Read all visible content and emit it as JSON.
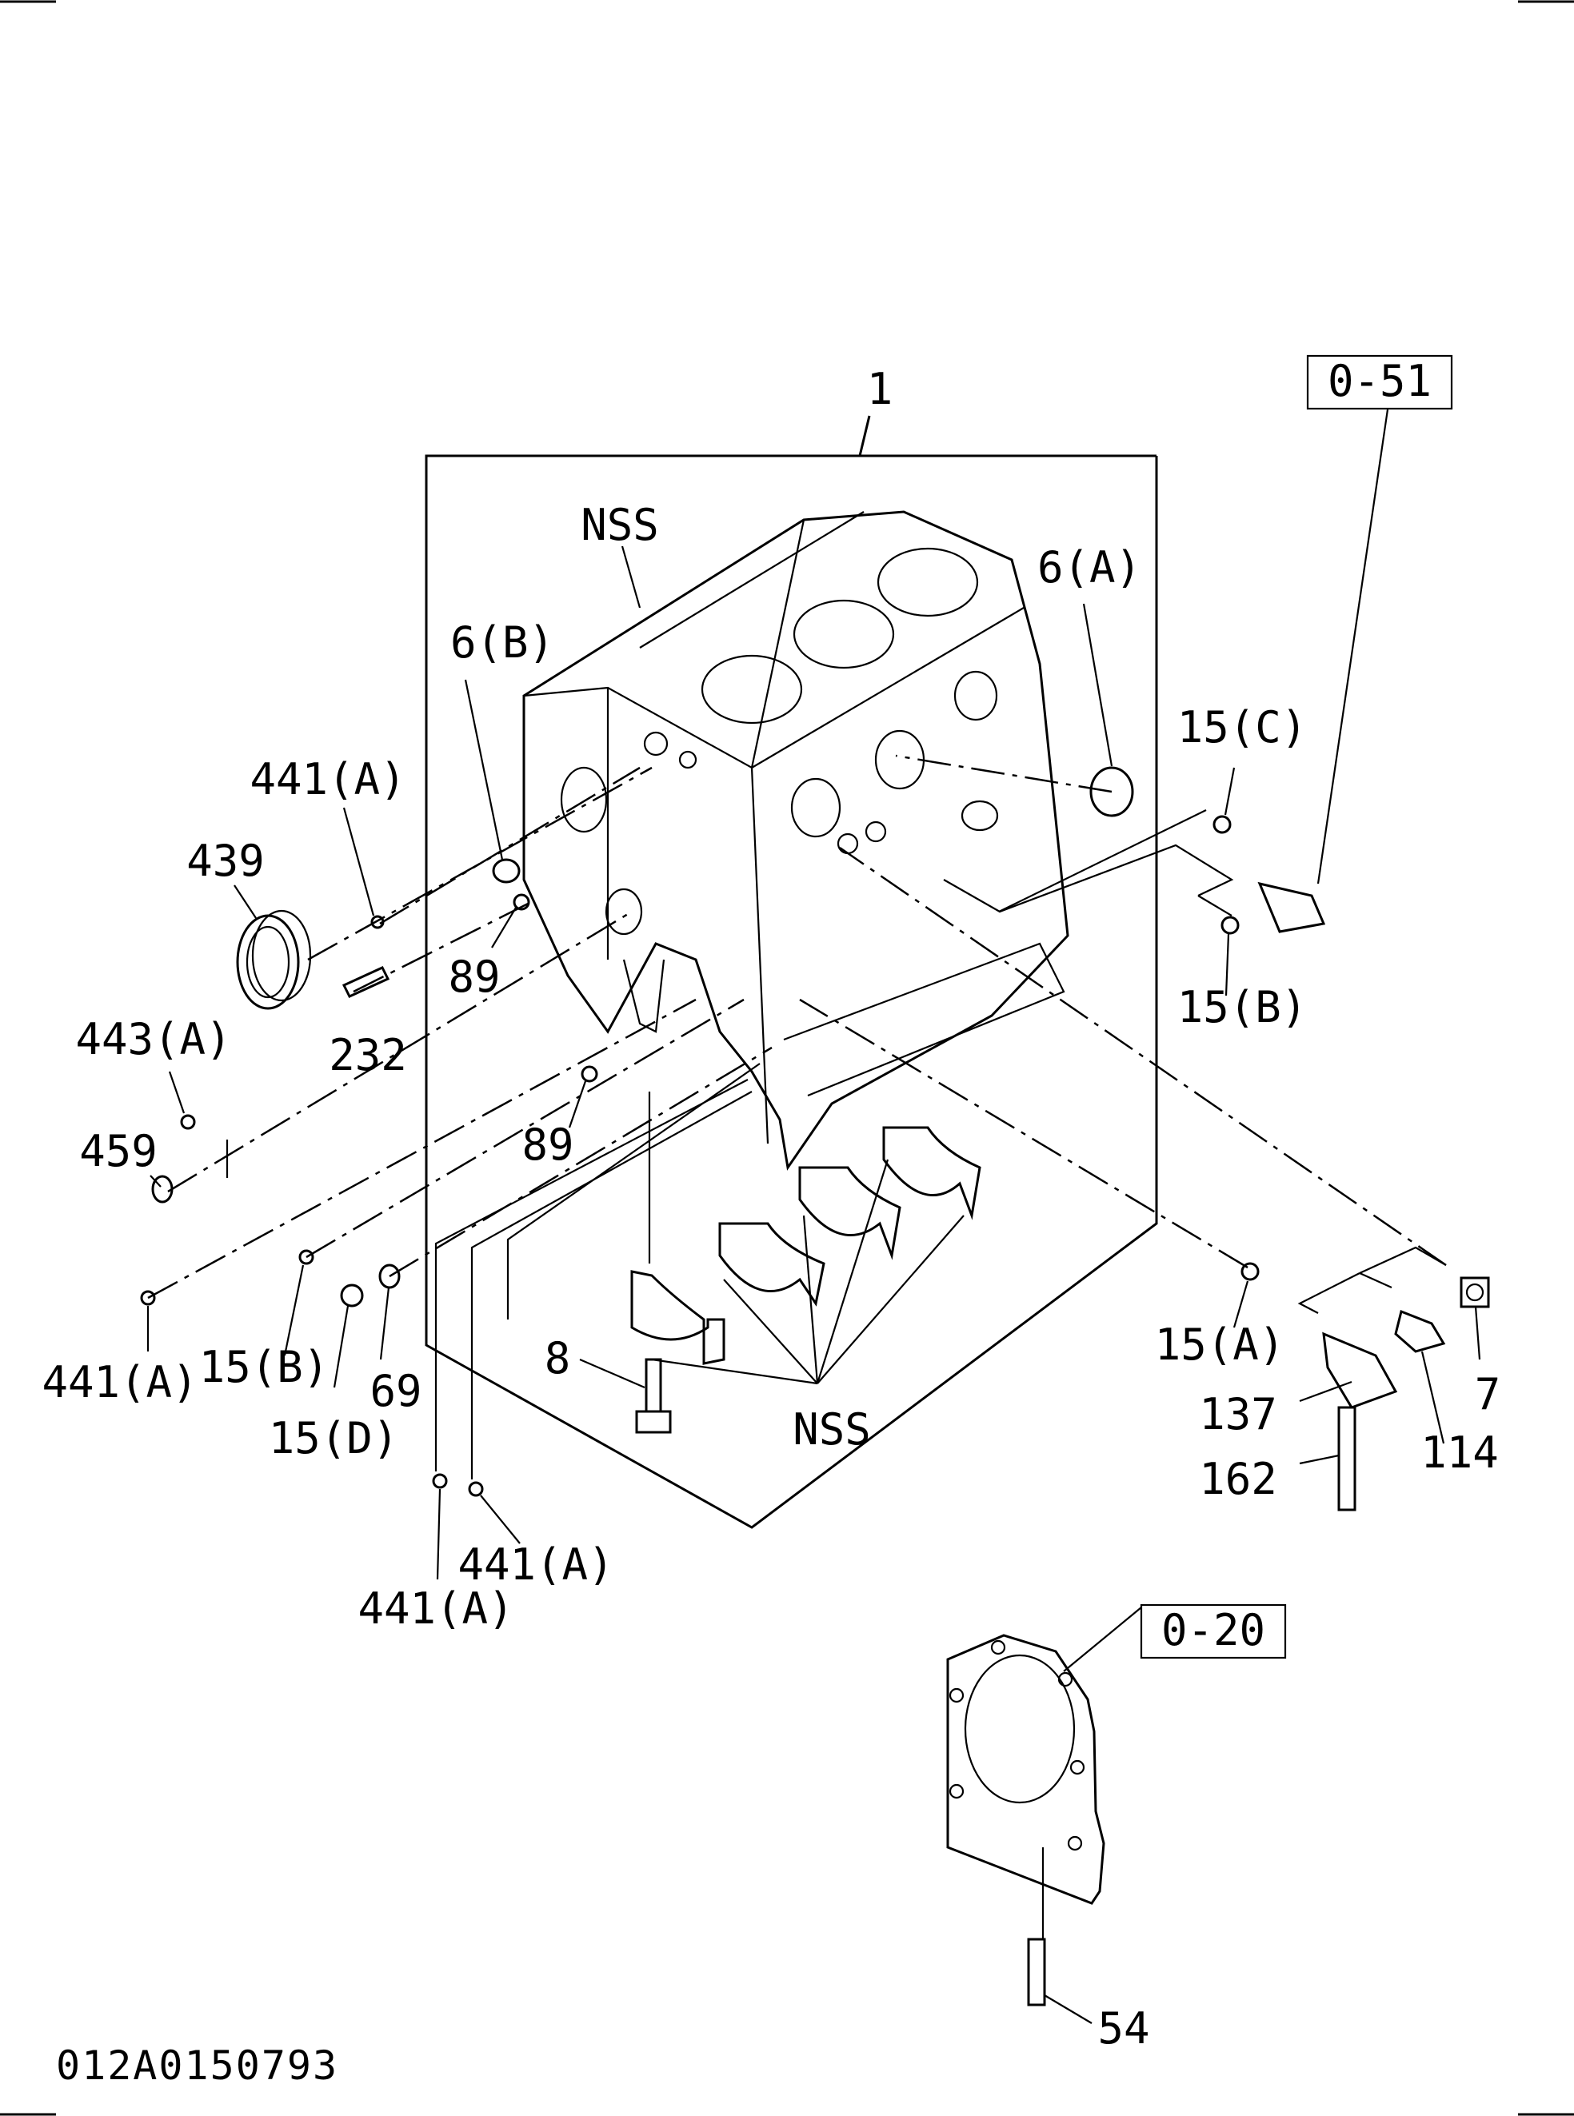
{
  "labels": {
    "assembly": "1",
    "nss_top": "NSS",
    "nss_bottom": "NSS",
    "p6a": "6(A)",
    "p6b": "6(B)",
    "p15c": "15(C)",
    "p15b_right": "15(B)",
    "p15a": "15(A)",
    "p15b_left": "15(B)",
    "p15d": "15(D)",
    "p441a_1": "441(A)",
    "p441a_2": "441(A)",
    "p441a_3": "441(A)",
    "p441a_4": "441(A)",
    "p439": "439",
    "p443a": "443(A)",
    "p459": "459",
    "p89_1": "89",
    "p89_2": "89",
    "p232": "232",
    "p69": "69",
    "p8": "8",
    "p7": "7",
    "p137": "137",
    "p114": "114",
    "p162": "162",
    "p54": "54"
  },
  "refs": {
    "ref_051": "0-51",
    "ref_020": "0-20"
  },
  "drawing_code": "012A0150793"
}
